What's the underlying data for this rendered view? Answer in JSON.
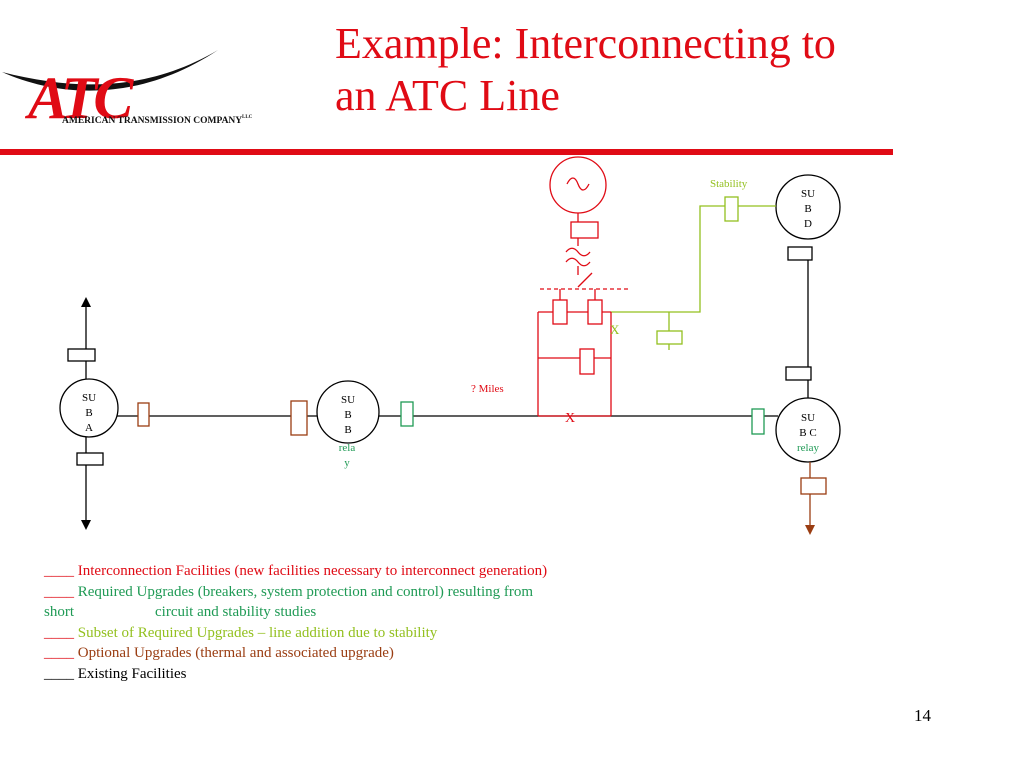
{
  "slide": {
    "title_line1": "Example: Interconnecting to",
    "title_line2": "an ATC Line",
    "page_number": "14"
  },
  "logo": {
    "letters": "ATC",
    "company": "AMERICAN TRANSMISSION COMPANY",
    "suffix": "LLC"
  },
  "diagram": {
    "stability_label": "Stability",
    "miles_label": "? Miles",
    "fault_x_upper": "X",
    "fault_x_lower": "X",
    "sub_a": [
      "SU",
      "B",
      "A"
    ],
    "sub_b": [
      "SU",
      "B",
      "B"
    ],
    "sub_b_relay": [
      "rela",
      "y"
    ],
    "sub_c": [
      "SU",
      "B C"
    ],
    "sub_c_relay": "relay",
    "sub_d": [
      "SU",
      "B",
      "D"
    ]
  },
  "colors": {
    "interconnection": "#e00b15",
    "required": "#1f9a55",
    "stability_subset": "#93c01f",
    "optional": "#9a3d12",
    "existing": "#000000"
  },
  "legend": [
    {
      "prefix": "____ ",
      "text": "Interconnection Facilities (new facilities necessary to interconnect generation)"
    },
    {
      "prefix": "____ ",
      "text": "Required Upgrades (breakers, system protection and control) resulting from"
    },
    {
      "prefix": "short",
      "text": "circuit and stability studies"
    },
    {
      "prefix": "____ ",
      "text": "Subset of Required Upgrades – line addition due to stability"
    },
    {
      "prefix": "____ ",
      "text": "Optional Upgrades (thermal and associated upgrade)"
    },
    {
      "prefix": "____ ",
      "text": "Existing Facilities"
    }
  ]
}
